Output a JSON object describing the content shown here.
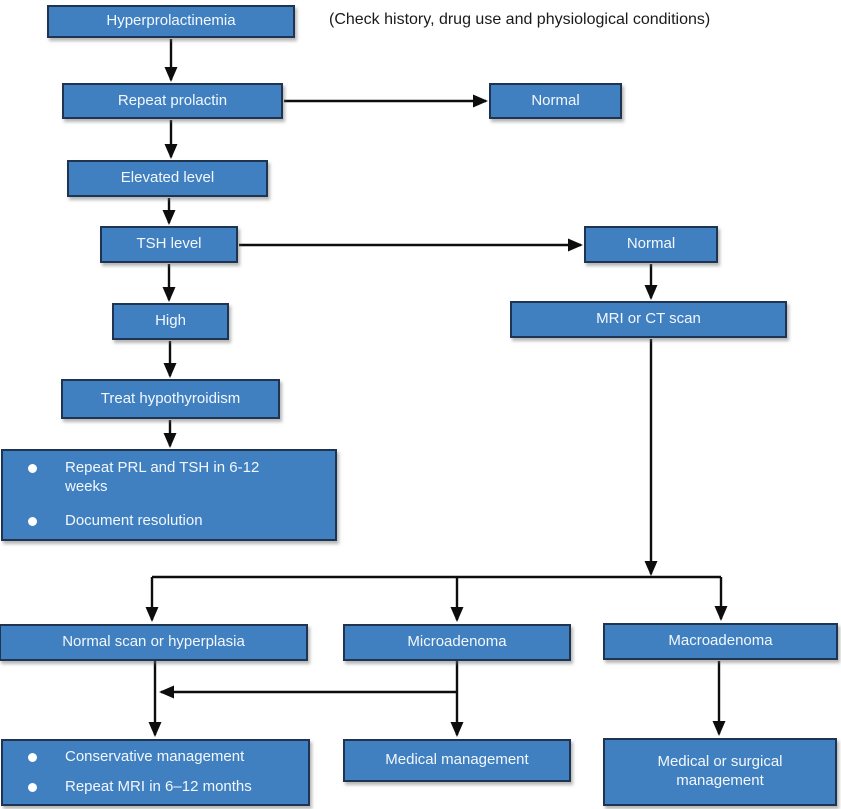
{
  "note": "(Check history, drug use and physiological conditions)",
  "colors": {
    "box_fill": "#4080C1",
    "box_border": "#1E3450",
    "box_text": "#F2F7FC",
    "arrow": "#0D0D0D",
    "note_text": "#1A1A1A",
    "background": "#FFFFFF"
  },
  "nodes": {
    "hyperprolactinemia": "Hyperprolactinemia",
    "repeat_prolactin": "Repeat prolactin",
    "normal_after_repeat": "Normal",
    "elevated_level": "Elevated level",
    "tsh_level": "TSH level",
    "normal_tsh": "Normal",
    "high": "High",
    "mri_ct": "MRI or CT scan",
    "treat_hypothyroidism": "Treat hypothyroidism",
    "followup_bullets": [
      "Repeat PRL and TSH in 6-12 weeks",
      "Document resolution"
    ],
    "normal_scan": "Normal scan or hyperplasia",
    "microadenoma": "Microadenoma",
    "macroadenoma": "Macroadenoma",
    "conservative_bullets": [
      "Conservative management",
      "Repeat MRI in 6–12 months"
    ],
    "medical_management": "Medical management",
    "medical_or_surgical": "Medical or surgical management"
  }
}
